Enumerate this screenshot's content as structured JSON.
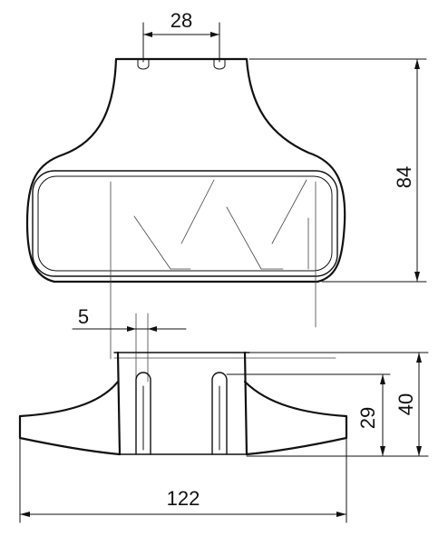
{
  "dimensions": {
    "top_spacing": "28",
    "height_top_view": "84",
    "slot_width": "5",
    "height_inner": "29",
    "height_side_view": "40",
    "total_width": "122"
  }
}
